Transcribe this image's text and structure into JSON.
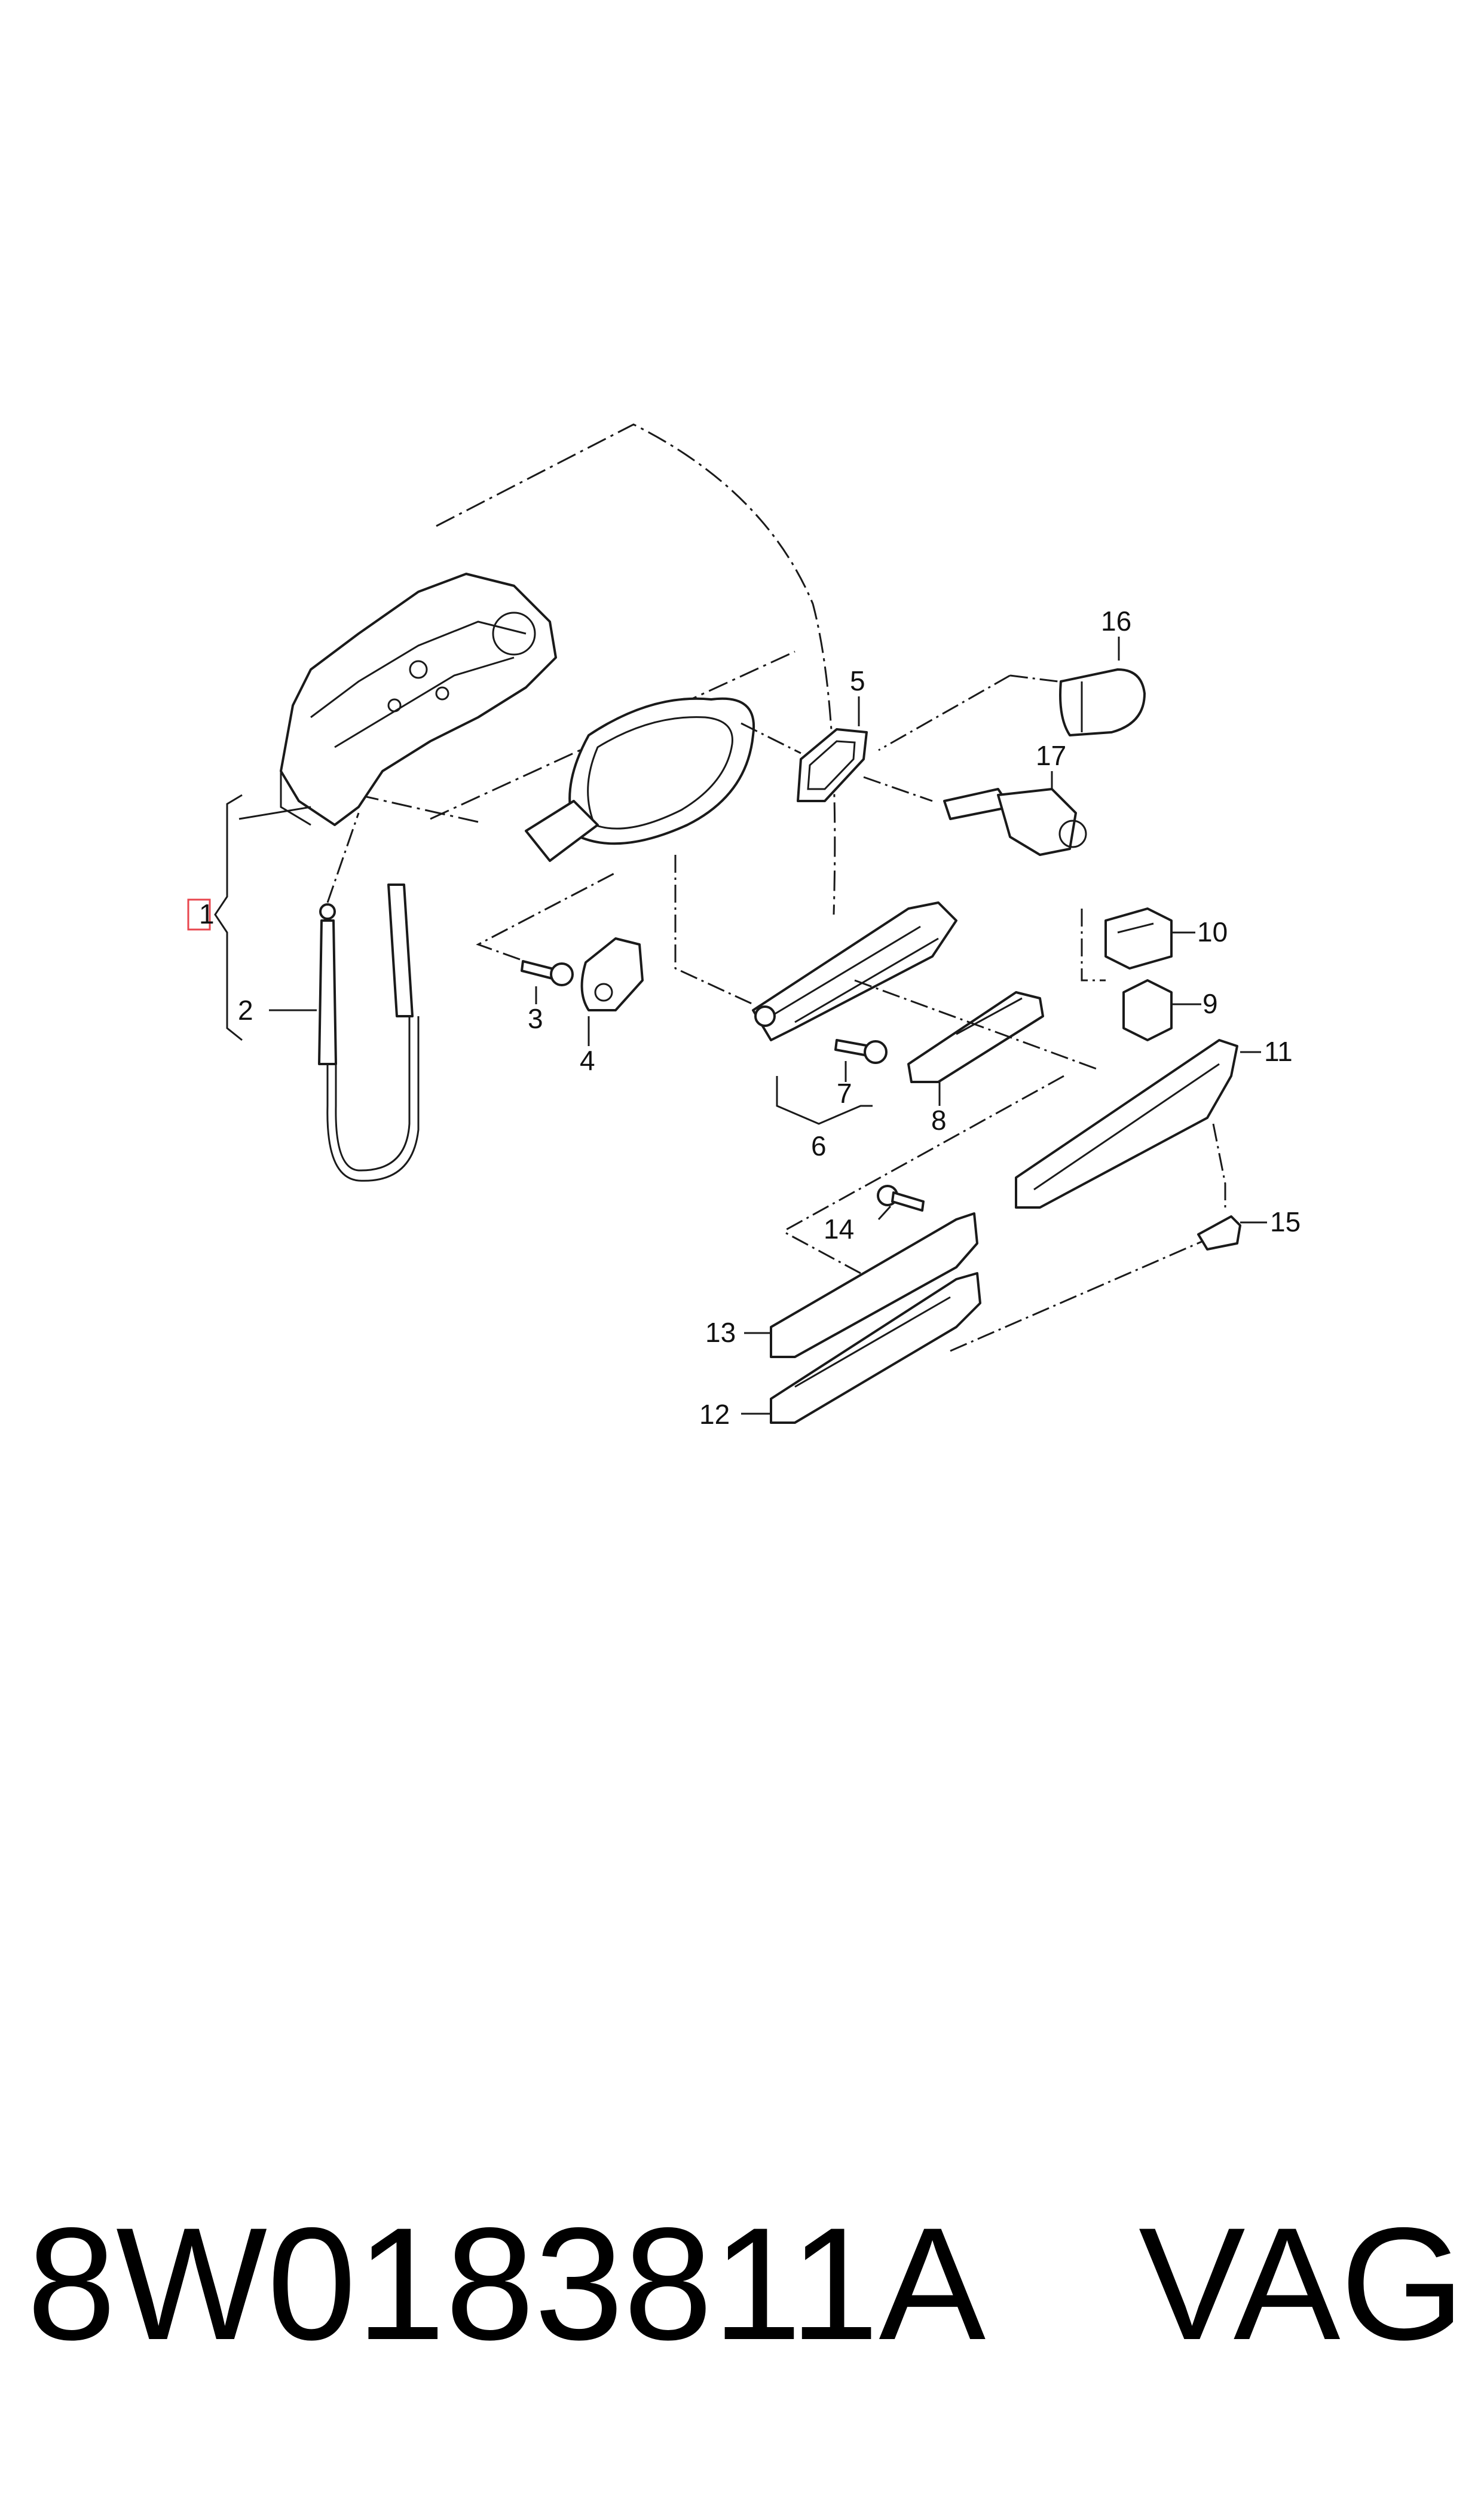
{
  "diagram": {
    "callouts": [
      "1",
      "2",
      "3",
      "4",
      "5",
      "6",
      "7",
      "8",
      "9",
      "10",
      "11",
      "12",
      "13",
      "14",
      "15",
      "16",
      "17"
    ],
    "highlighted_callout": "1",
    "highlight_color": "#e8464e"
  },
  "footer": {
    "part_number": "8W0183811A",
    "brand": "VAG"
  }
}
